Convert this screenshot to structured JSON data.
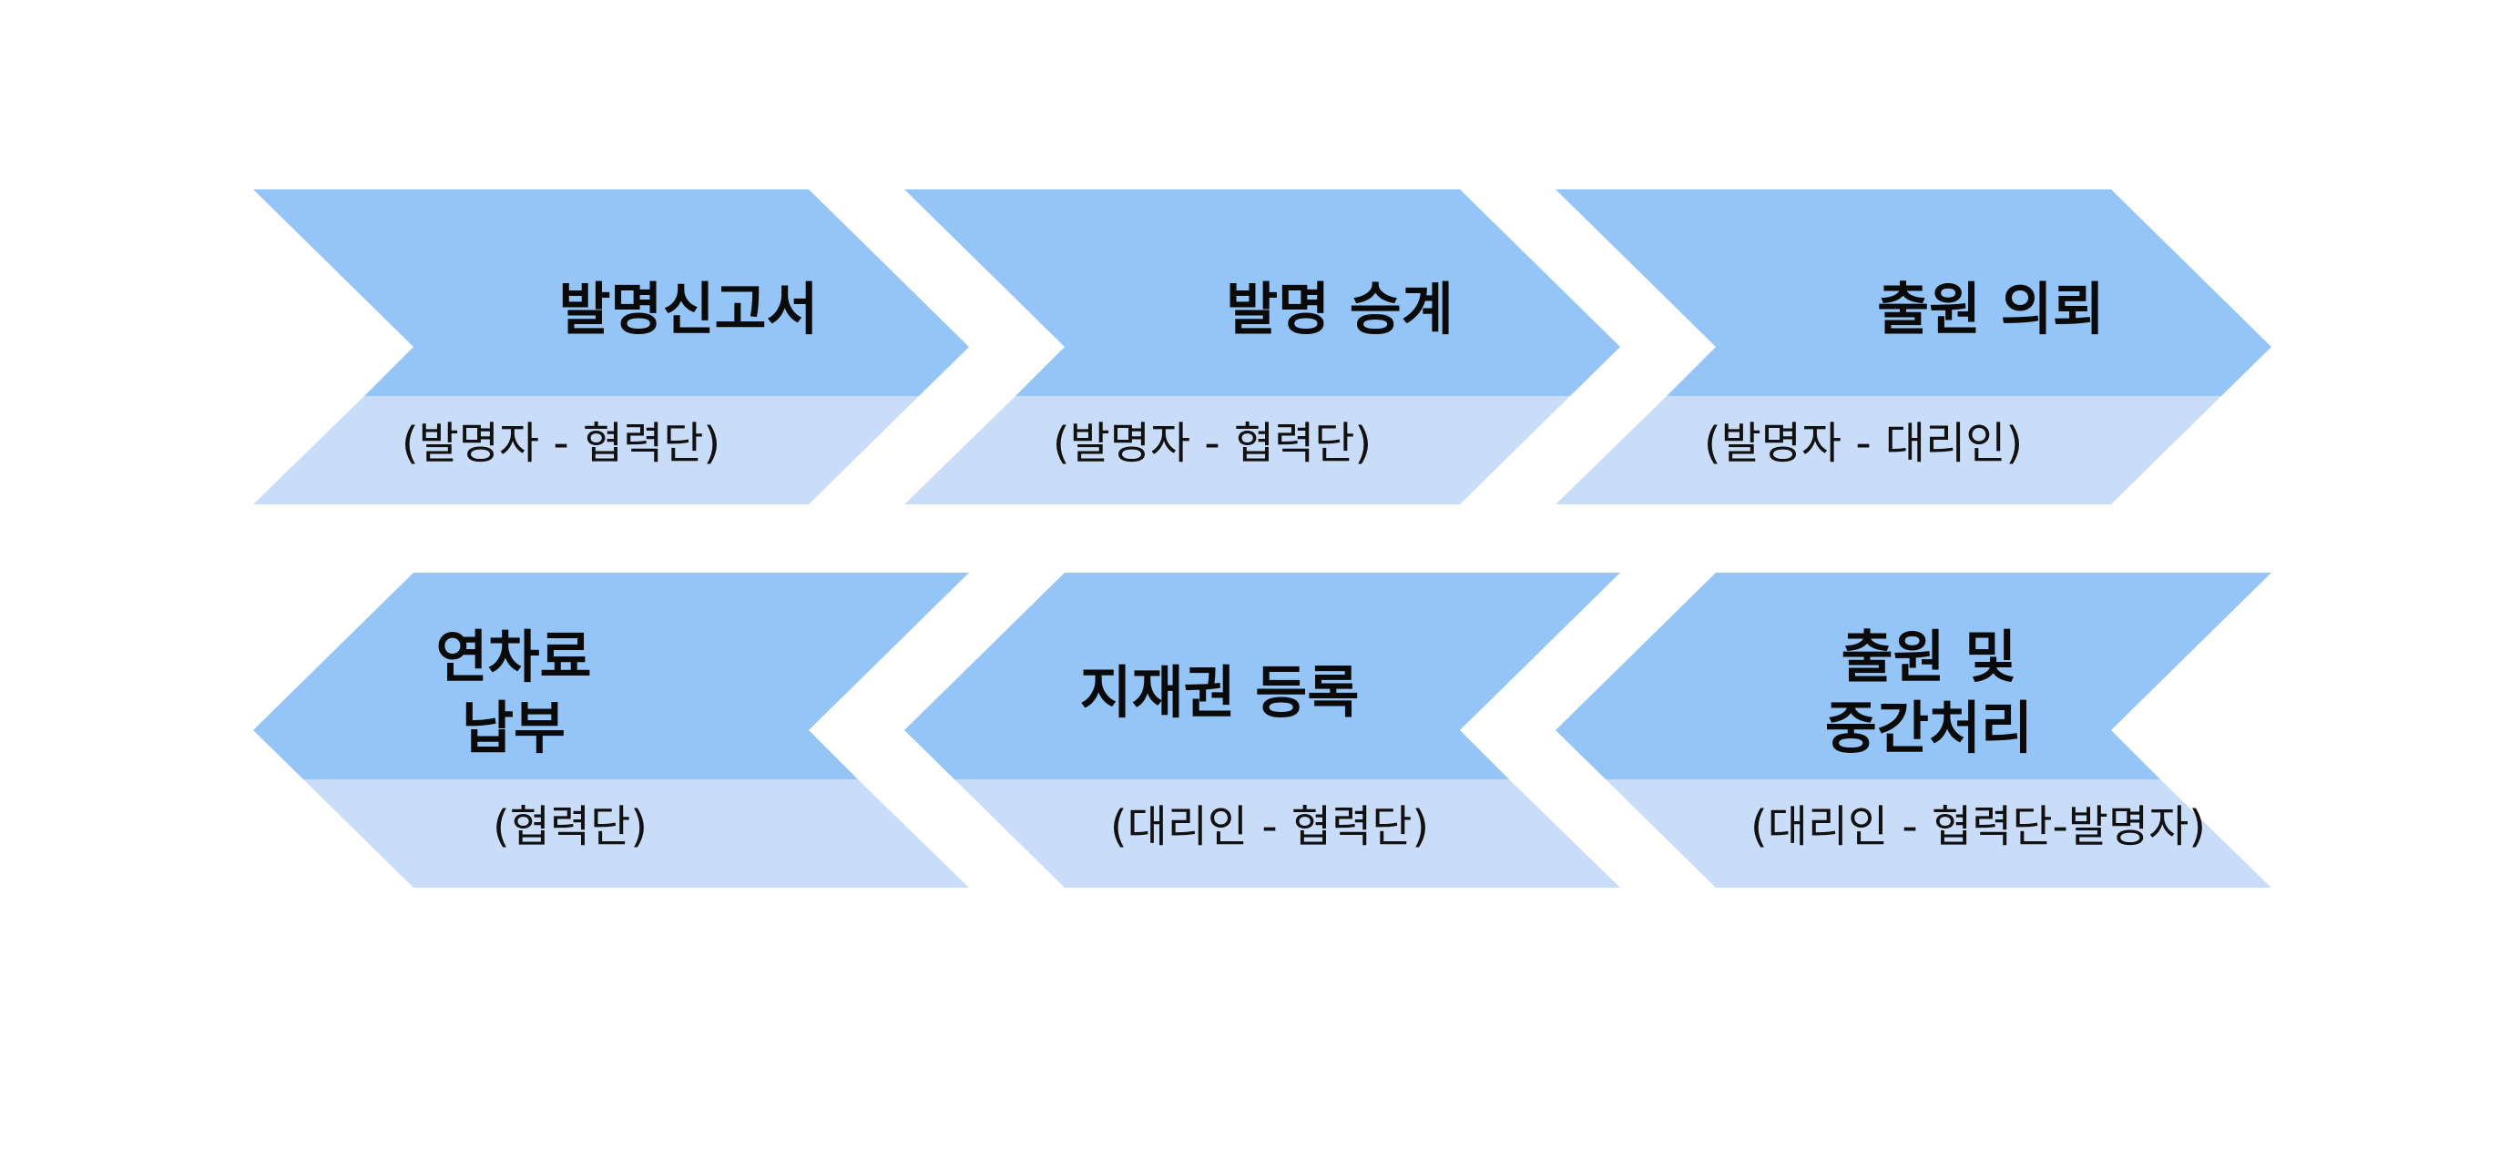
{
  "colors": {
    "top_band": "#94c5f6",
    "bottom_band": "#c9ddf9",
    "text": "#0a0a0a"
  },
  "steps": [
    {
      "title": "발명신고서",
      "subtitle": "(발명자 - 협력단)",
      "direction": "right"
    },
    {
      "title": "발명 승계",
      "subtitle": "(발명자 - 협력단)",
      "direction": "right"
    },
    {
      "title": "출원 의뢰",
      "subtitle": "(발명자 - 대리인)",
      "direction": "right"
    },
    {
      "title": "출원 및\n중간처리",
      "subtitle": "(대리인 - 협력단-발명자)",
      "direction": "left"
    },
    {
      "title": "지재권 등록",
      "subtitle": "(대리인 - 협력단)",
      "direction": "left"
    },
    {
      "title": "연차료\n납부",
      "subtitle": "(협력단)",
      "direction": "left"
    }
  ]
}
